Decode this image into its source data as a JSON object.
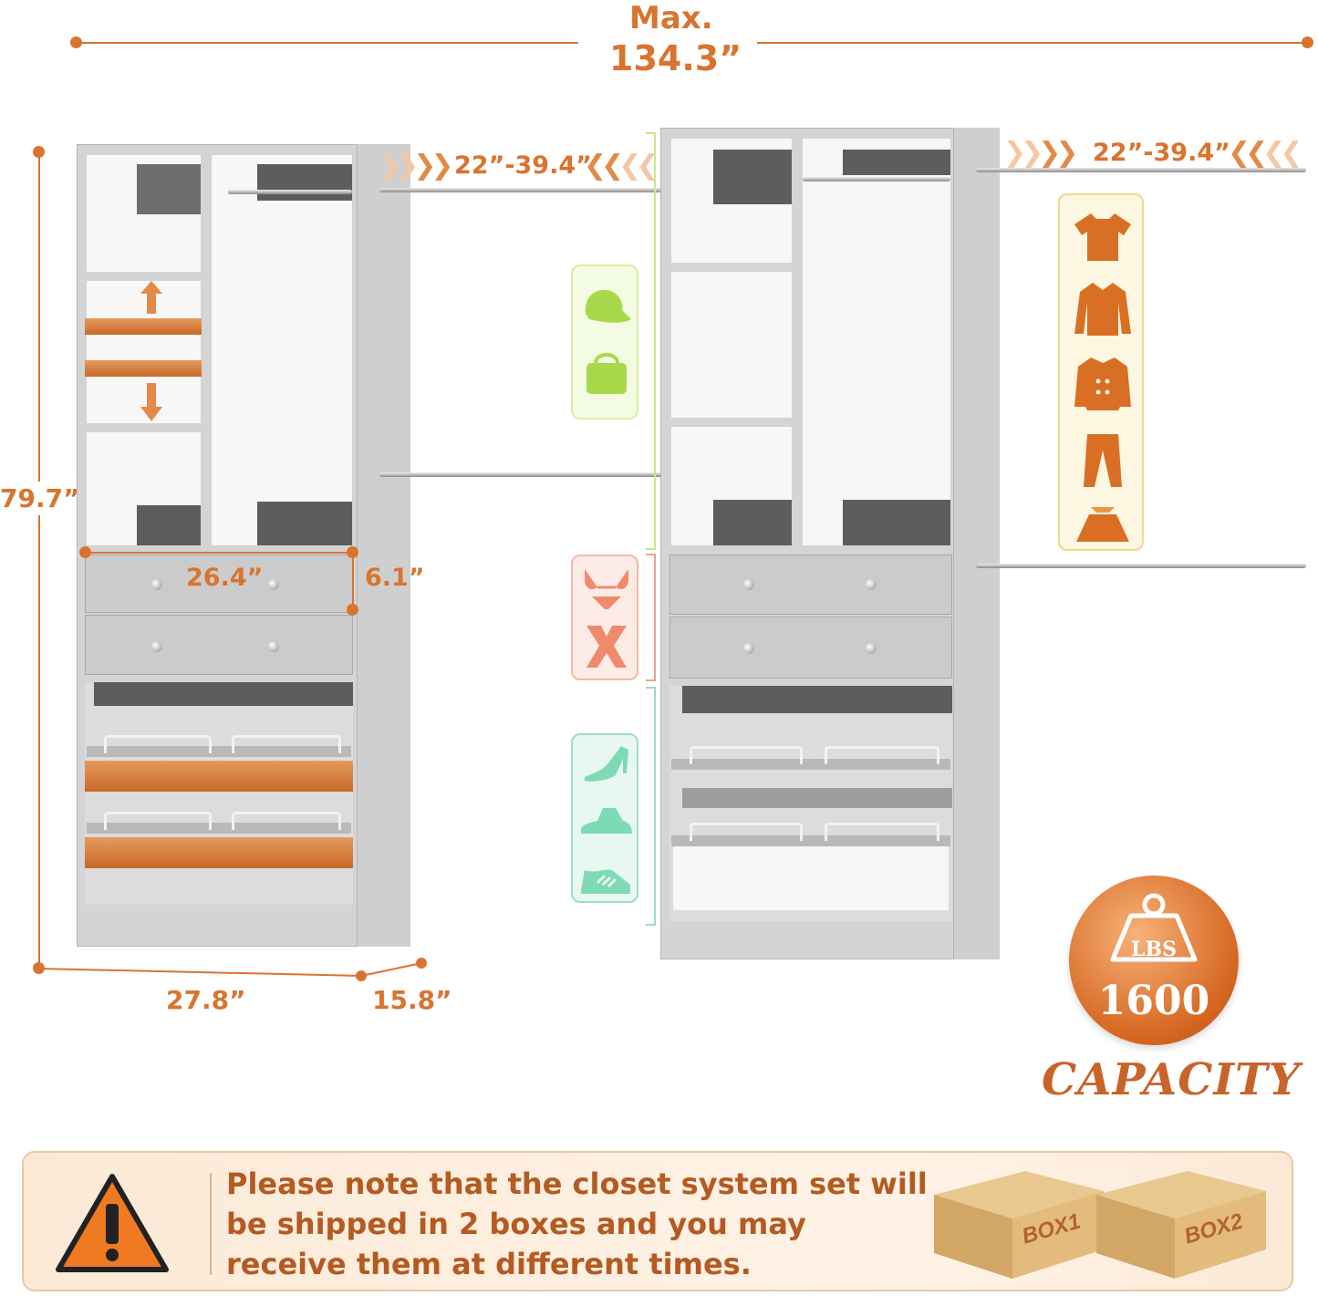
{
  "dimensions": {
    "max_width_prefix": "Max.",
    "max_width": "134.3”",
    "height": "79.7”",
    "width": "27.8”",
    "depth": "15.8”",
    "drawer_width": "26.4”",
    "drawer_height": "6.1”",
    "rod_range_left": "22”-39.4”",
    "rod_range_right": "22”-39.4”"
  },
  "badge": {
    "unit": "LBS",
    "value": "1600",
    "label": "CAPACITY"
  },
  "notice": {
    "text": "Please note that the closet system set will be shipped in 2 boxes and you may receive them at different times.",
    "box1": "BOX1",
    "box2": "BOX2"
  },
  "icons": {
    "accessories": [
      "hat-icon",
      "handbag-icon"
    ],
    "underwear": [
      "bra-icon",
      "scarf-icon"
    ],
    "shoes": [
      "high-heel-icon",
      "dress-shoe-icon",
      "sneaker-icon"
    ],
    "clothes": [
      "tshirt-icon",
      "shirt-icon",
      "jacket-icon",
      "pants-icon",
      "skirt-icon"
    ]
  },
  "colors": {
    "accent": "#d9742f",
    "accessory_panel": "#f4fbe3",
    "underwear_panel": "#fdece6",
    "shoes_panel": "#e8f8f1",
    "clothes_panel": "#fdf6e1"
  }
}
